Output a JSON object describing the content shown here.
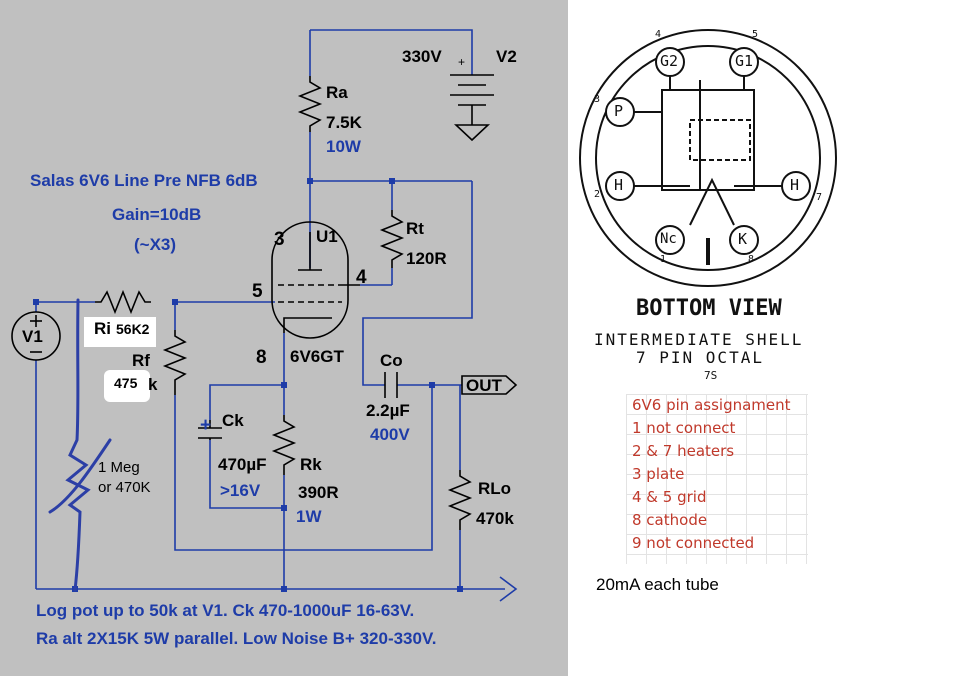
{
  "schematic": {
    "title": "Salas 6V6 Line Pre NFB 6dB",
    "gain": "Gain=10dB",
    "gain_x": "(~X3)",
    "supply": {
      "voltage": "330V",
      "name": "V2",
      "plus": "+"
    },
    "source": {
      "name": "V1"
    },
    "ra": {
      "name": "Ra",
      "value": "7.5K",
      "power": "10W"
    },
    "rt": {
      "name": "Rt",
      "value": "120R"
    },
    "ri": {
      "name": "Ri",
      "value": "56K2"
    },
    "rf": {
      "name": "Rf",
      "value": "475",
      "suffix": "k"
    },
    "tube": {
      "ref": "U1",
      "type": "6V6GT",
      "pin_plate": "3",
      "pin_g1": "5",
      "pin_g2": "4",
      "pin_cathode": "8"
    },
    "ck": {
      "name": "Ck",
      "value": "470µF",
      "voltage": ">16V",
      "plus": "+"
    },
    "rk": {
      "name": "Rk",
      "value": "390R",
      "power": "1W"
    },
    "co": {
      "name": "Co",
      "value": "2.2µF",
      "voltage": "400V"
    },
    "rlo": {
      "name": "RLo",
      "value": "470k"
    },
    "out": "OUT",
    "pot": {
      "value1": "1 Meg",
      "value2": "or 470K"
    },
    "notes": [
      "Log pot up to 50k at V1.   Ck 470-1000uF 16-63V.",
      "Ra alt 2X15K 5W parallel. Low Noise B+ 320-330V."
    ]
  },
  "socket": {
    "pins": {
      "g2": "G2",
      "g1": "G1",
      "p": "P",
      "h_left": "H",
      "h_right": "H",
      "nc": "Nc",
      "k": "K"
    },
    "pin_numbers": [
      "1",
      "2",
      "3",
      "4",
      "5",
      "7",
      "8"
    ],
    "view": "BOTTOM VIEW",
    "shell": "INTERMEDIATE SHELL",
    "octal": "7 PIN OCTAL",
    "code": "7S"
  },
  "pin_assignment": [
    "6V6 pin assignament",
    "1 not connect",
    "2 & 7 heaters",
    "3 plate",
    "4 & 5 grid",
    "8 cathode",
    "9 not connected"
  ],
  "current_note": "20mA each tube",
  "colors": {
    "schematic_bg": "#c0c0c0",
    "wire": "#1e3ca8",
    "component": "#000000",
    "red_text": "#c0392b",
    "pot_ink": "#2c3fa6"
  }
}
